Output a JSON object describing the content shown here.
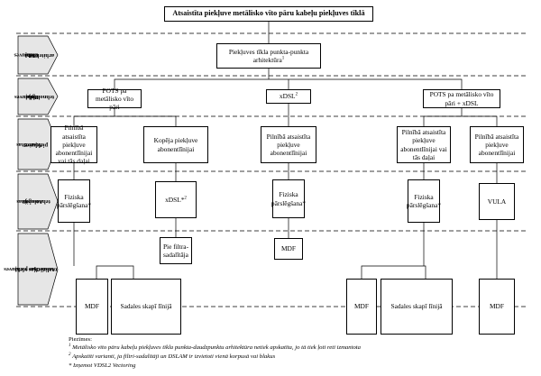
{
  "title": "Atsaistīta piekļuve metālisko vīto pāru kabeļu piekļuves tīklā",
  "bands": [
    {
      "label_lines": [
        "Piekļuves",
        "tīkla",
        "arhitektūra"
      ]
    },
    {
      "label_lines": [
        "Piekļuves",
        "tīkla",
        "tehnoloģija"
      ]
    },
    {
      "label_lines": [
        "Atsaistītas",
        "piekļuves"
      ]
    },
    {
      "label_lines": [
        "Atsaistītas",
        "tehnoloģija"
      ]
    },
    {
      "label_lines": [
        "Atsaistītas piekļuves",
        "realizācijas vieta"
      ]
    }
  ],
  "nodes": {
    "architecture": {
      "text": "Piekļuves tīkla punkta-punkta arhitektūra",
      "sup": "1"
    },
    "pots": {
      "text": "POTS pa metālisko vīto pāri"
    },
    "xdsl": {
      "text": "xDSL",
      "sup": "2"
    },
    "pots_xdsl": {
      "text": "POTS pa metālisko vīto pāri + xDSL"
    },
    "full_1": {
      "text": "Pilnībā atsaistīta piekļuve abonentlīnijai vai tās daļai"
    },
    "shared": {
      "text": "Kopēja piekļuve abonentlīnijai"
    },
    "full_2": {
      "text": "Pilnībā atsaistīta piekļuve abonentlīnijai"
    },
    "full_3": {
      "text": "Pilnībā atsaistīta piekļuve abonentlīnijai vai tās daļai"
    },
    "full_4": {
      "text": "Pilnībā atsaistīta piekļuve abonentlīnijai"
    },
    "phys_1": {
      "text": "Fiziska pārslēgšana*"
    },
    "xdsl_tech": {
      "text": "xDSL*",
      "sup": "2"
    },
    "phys_2": {
      "text": "Fiziska pārslēgšana*"
    },
    "phys_3": {
      "text": "Fiziska pārslēgšana*"
    },
    "vula": {
      "text": "VULA"
    },
    "filter": {
      "text": "Pie filtra-sadalītāja"
    },
    "mdf_mid": {
      "text": "MDF"
    },
    "mdf_1": {
      "text": "MDF"
    },
    "cab_1": {
      "text": "Sadales skapī līnijā"
    },
    "mdf_2": {
      "text": "MDF"
    },
    "cab_2": {
      "text": "Sadales skapī līnijā"
    },
    "mdf_3": {
      "text": "MDF"
    }
  },
  "notes": {
    "heading": "Piezīmes:",
    "n1_marker": "1",
    "n1": "Metālisko vīto pāru kabeļu piekļuves tīkla punkta-daudzpunktu arhitektūra netiek apskatīta, jo tā tiek ļoti reti izmantota",
    "n2_marker": "2",
    "n2": "Apskatīti varianti, ja filtri-sadalītāji un DSLAM ir izvietoti vienā korpusā vai blakus",
    "n3": "* Izņemot VDSL2 Vectoring"
  }
}
